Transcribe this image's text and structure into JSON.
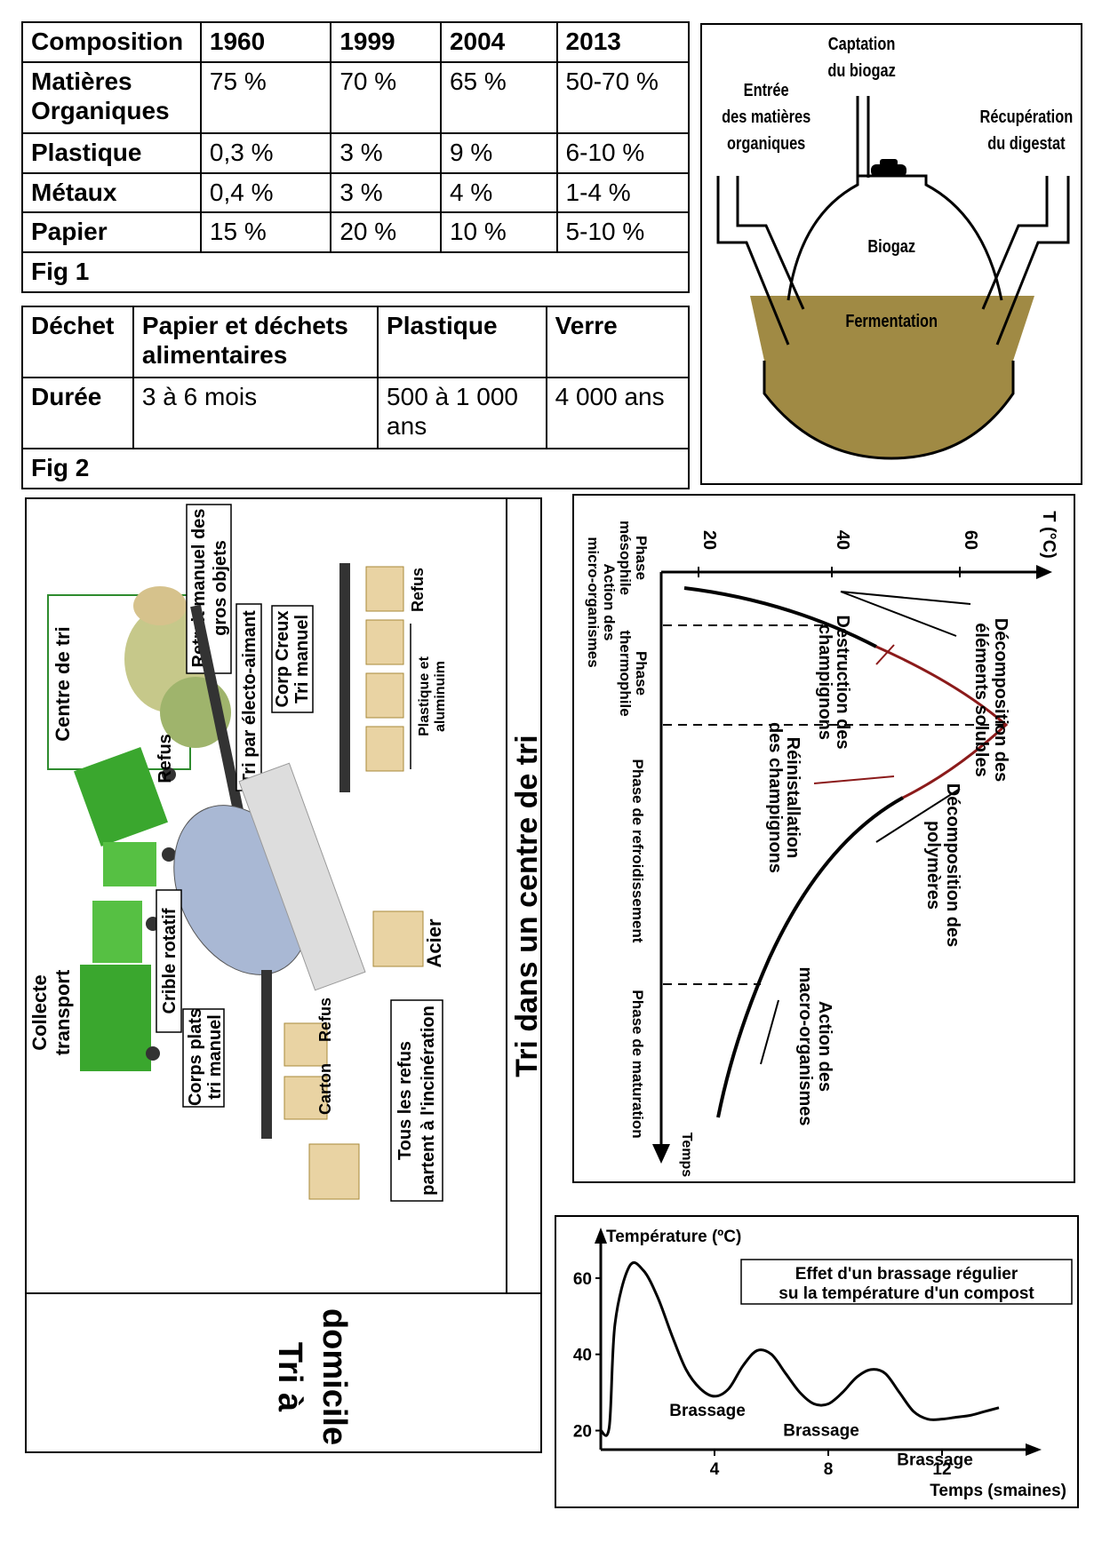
{
  "fig1": {
    "headers": [
      "Composition",
      "1960",
      "1999",
      "2004",
      "2013"
    ],
    "rows": [
      {
        "label_line1": "Matières",
        "label_line2": "Organiques",
        "values": [
          "75 %",
          "70 %",
          "65 %",
          "50-70 %"
        ]
      },
      {
        "label": "Plastique",
        "values": [
          "0,3 %",
          "3 %",
          "9 %",
          "6-10 %"
        ]
      },
      {
        "label": "Métaux",
        "values": [
          "0,4 %",
          "3 %",
          "4 %",
          "1-4 %"
        ]
      },
      {
        "label": "Papier",
        "values": [
          "15 %",
          "20 %",
          "10 %",
          "5-10 %"
        ]
      }
    ],
    "caption": "Fig 1"
  },
  "fig2": {
    "header_label": "Déchet",
    "headers": [
      "Papier et déchets alimentaires",
      "Plastique",
      "Verre"
    ],
    "row_label": "Durée",
    "values": [
      "3 à 6 mois",
      "500 à 1 000 ans",
      "4 000 ans"
    ],
    "caption": "Fig 2"
  },
  "biogas": {
    "captation_1": "Captation",
    "captation_2": "du biogaz",
    "entree_1": "Entrée",
    "entree_2": "des matières",
    "entree_3": "organiques",
    "recup_1": "Récupération",
    "recup_2": "du digestat",
    "biogaz": "Biogaz",
    "fermentation": "Fermentation",
    "colors": {
      "fill": "#a08a44",
      "line": "#000000"
    }
  },
  "sorting": {
    "title": "Tri dans un centre de tri",
    "home_1": "Tri à",
    "home_2": "domicile",
    "centre_de_tri": "Centre de tri",
    "collecte_1": "Collecte",
    "collecte_2": "transport",
    "retrait_1": "Retrait manuel des",
    "retrait_2": "gros objets",
    "refus": "Refus",
    "tri_electro": "Tri par électo-aimant",
    "corp_creux_1": "Corp Creux",
    "corp_creux_2": "Tri manuel",
    "refus_top": "Refus",
    "plastique_1": "Plastique et",
    "plastique_2": "aluminuim",
    "crible": "Crible rotatif",
    "corps_plats_1": "Corps plats",
    "corps_plats_2": "tri manuel",
    "carton": "Carton",
    "refus_bottom": "Refus",
    "acier": "Acier",
    "tous_refus_1": "Tous les refus",
    "tous_refus_2": "partent à l'incinération",
    "colors": {
      "truck": "#3aa72e",
      "belt": "#333333"
    }
  },
  "compost_phases": {
    "axis_t": "T (°C)",
    "axis_time": "Temps",
    "ticks": [
      "20",
      "40",
      "60"
    ],
    "phase_mesophile_1": "Phase",
    "phase_mesophile_2": "mésophile",
    "action_micro_1": "Action des",
    "action_micro_2": "micro-organismes",
    "phase_thermo_1": "Phase",
    "phase_thermo_2": "thermophile",
    "phase_refroid": "Phase de refroidissement",
    "phase_matur": "Phase de maturation",
    "decomp_sol_1": "Décomposition des",
    "decomp_sol_2": "éléments solubles",
    "destruction_1": "Déstruction des",
    "destruction_2": "champignons",
    "reinstall_1": "Réinistallation",
    "reinstall_2": "des champignons",
    "decomp_poly_1": "Décomposition des",
    "decomp_poly_2": "polymères",
    "action_macro_1": "Action des",
    "action_macro_2": "macro-organismes",
    "colors": {
      "curve": "#000000",
      "curve_hot": "#8b1a1a"
    }
  },
  "brassage_chart": {
    "ylabel": "Température (ºC)",
    "xlabel": "Temps (smaines)",
    "title_1": "Effet d'un brassage régulier",
    "title_2": "su la température d'un compost",
    "y_ticks": [
      "20",
      "40",
      "60"
    ],
    "x_ticks": [
      "4",
      "8",
      "12"
    ],
    "annotations": [
      "Brassage",
      "Brassage",
      "Brassage"
    ]
  },
  "chart_data": {
    "type": "line",
    "title": "Effet d'un brassage régulier su la température d'un compost",
    "xlabel": "Temps (smaines)",
    "ylabel": "Température (ºC)",
    "ylim": [
      15,
      70
    ],
    "xlim": [
      0,
      15
    ],
    "x": [
      0,
      0.3,
      0.5,
      1,
      1.5,
      2,
      2.5,
      3,
      3.5,
      4,
      4.5,
      5,
      5.5,
      6,
      6.5,
      7,
      7.5,
      8,
      8.5,
      9,
      9.5,
      10,
      10.5,
      11,
      11.5,
      12,
      12.5,
      13,
      13.5,
      14
    ],
    "y": [
      20,
      21,
      48,
      63,
      62,
      55,
      45,
      36,
      31,
      29,
      31,
      37,
      41,
      40,
      35,
      30,
      27,
      27,
      30,
      34,
      36,
      35,
      30,
      25,
      23,
      23,
      23.5,
      24,
      25,
      26
    ],
    "annotations": [
      {
        "x": 4,
        "text": "Brassage"
      },
      {
        "x": 8,
        "text": "Brassage"
      },
      {
        "x": 12,
        "text": "Brassage"
      }
    ]
  }
}
